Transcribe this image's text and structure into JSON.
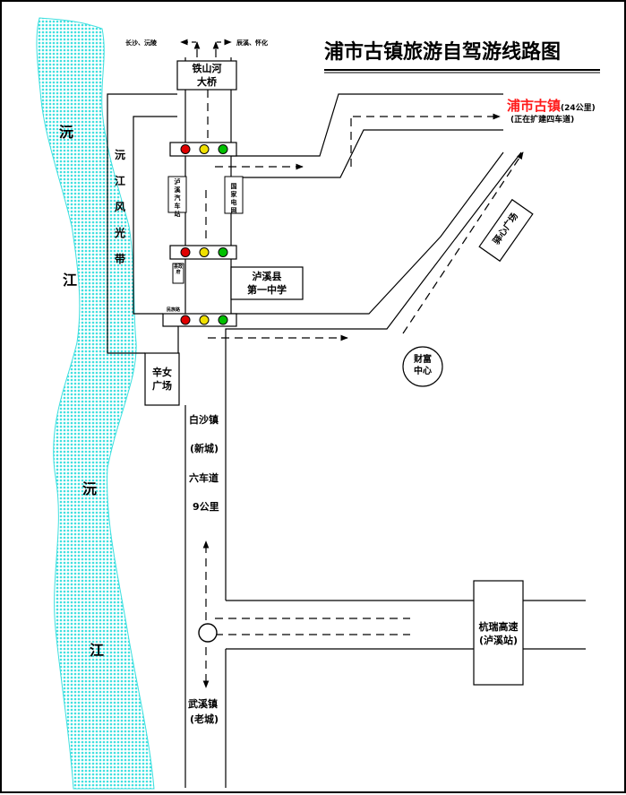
{
  "title": "浦市古镇旅游自驾游线路图",
  "destination": {
    "name": "浦市古镇",
    "distance": "(24公里)",
    "note": "(正在扩建四车道)"
  },
  "directions": {
    "left": "长沙、沅陵",
    "right": "辰溪、怀化"
  },
  "river": {
    "chars": [
      "沅",
      "江",
      "沅",
      "江"
    ],
    "color": "#40e0e0"
  },
  "bridge": {
    "line1": "铁山河",
    "line2": "大桥"
  },
  "scenic_belt": "沅江风光带",
  "bus_station": "泸溪汽车站",
  "power_grid": "国家电网",
  "school": {
    "line1": "泸溪县",
    "line2": "第一中学"
  },
  "small_sign": "县政府",
  "small_sign2": "民族路",
  "square": {
    "line1": "辛女",
    "line2": "广场"
  },
  "wealth_center": {
    "line1": "财富",
    "line2": "中心"
  },
  "new_city_road": {
    "l1": "白沙镇",
    "l2": "(新城)",
    "l3": "六车道",
    "l4": "9公里"
  },
  "old_town": {
    "l1": "武溪镇",
    "l2": "(老城)"
  },
  "highway": {
    "l1": "杭瑞高速",
    "l2": "(泸溪站)"
  },
  "rotated_box": "驿心广场",
  "colors": {
    "red": "#e00000",
    "yellow": "#f0e000",
    "green": "#00c000"
  }
}
